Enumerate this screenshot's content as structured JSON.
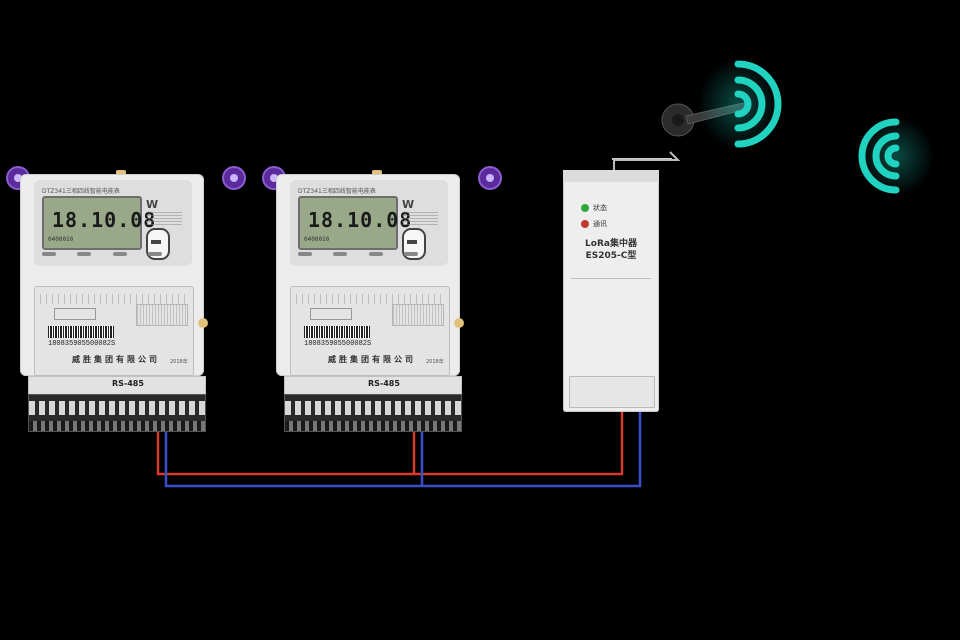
{
  "meters": [
    {
      "model_label": "DTZ341三相四线智能电能表",
      "display_value": "18.10.08",
      "display_sub": "0400010",
      "logo_text": "W",
      "serial_number": "180835905500082S",
      "company_name": "威胜集团有限公司",
      "year": "2018年",
      "interface_label": "RS-485"
    },
    {
      "model_label": "DTZ341三相四线智能电能表",
      "display_value": "18.10.08",
      "display_sub": "0400010",
      "logo_text": "W",
      "serial_number": "180835905500082S",
      "company_name": "威胜集团有限公司",
      "year": "2018年",
      "interface_label": "RS-485"
    }
  ],
  "concentrator": {
    "led_status_label": "状态",
    "led_comm_label": "通讯",
    "led_status_color": "#2fa83a",
    "led_comm_color": "#c0392b",
    "title_line1": "LoRa集中器",
    "title_line2": "ES205-C型"
  },
  "wires": {
    "red": "#d93a2b",
    "blue": "#3a4fc7"
  },
  "signal_color": "#1fd3c0"
}
